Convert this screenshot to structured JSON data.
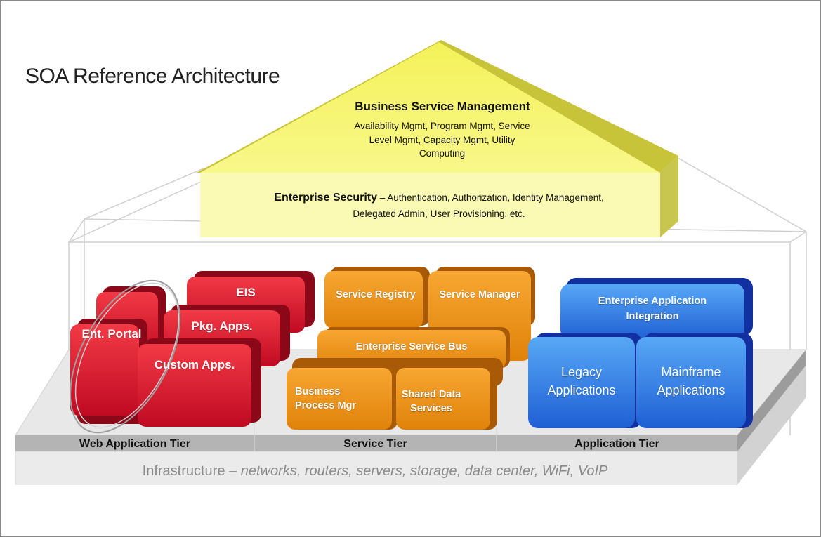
{
  "title": "SOA Reference Architecture",
  "roof": {
    "heading": "Business Service Management",
    "lines": [
      "Availability Mgmt, Program Mgmt, Service",
      "Level Mgmt, Capacity Mgmt, Utility",
      "Computing"
    ]
  },
  "security": {
    "heading": "Enterprise Security",
    "dash": " – ",
    "line1": "Authentication, Authorization, Identity Management,",
    "line2": "Delegated Admin, User Provisioning, etc."
  },
  "web_tier": {
    "label": "Web Application Tier",
    "boxes": {
      "eis": "EIS",
      "pkg": "Pkg. Apps.",
      "portal": "Ent. Portal",
      "custom": "Custom Apps."
    }
  },
  "service_tier": {
    "label": "Service Tier",
    "boxes": {
      "registry": "Service Registry",
      "manager": "Service Manager",
      "bus": "Enterprise Service Bus",
      "bpm_1": "Business",
      "bpm_2": "Process Mgr",
      "shared_1": "Shared Data",
      "shared_2": "Services"
    }
  },
  "app_tier": {
    "label": "Application Tier",
    "boxes": {
      "eai_1": "Enterprise Application",
      "eai_2": "Integration",
      "legacy_1": "Legacy",
      "legacy_2": "Applications",
      "mainframe_1": "Mainframe",
      "mainframe_2": "Applications"
    }
  },
  "infrastructure": {
    "lead": "Infrastructure",
    "dash": " – ",
    "items": "networks, routers, servers, storage, data center, WiFi, VoIP"
  },
  "colors": {
    "roof": "#f6f46a",
    "roof_light": "#fbfab8",
    "web": "#d8102a",
    "web_dark": "#9a0a1c",
    "service": "#ec8e0c",
    "service_dark": "#b86408",
    "app": "#2e7fe6",
    "app_dark": "#173aa8",
    "platform": "#e6e6e6",
    "tier_bar": "#b4b4b4"
  }
}
